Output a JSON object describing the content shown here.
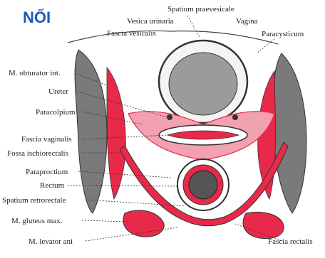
{
  "heading": "NỐI",
  "labels": {
    "spatium_praevesicale": "Spatium praevesicale",
    "vesica_urinaria": "Vesica urinaria",
    "vagina": "Vagina",
    "fascia_vesicalis": "Fascia vesicalis",
    "paracysticum": "Paracysticum",
    "m_obturator_int": "M. obturator int.",
    "ureter": "Ureter",
    "paracolpium": "Paracolpium",
    "fascia_vaginalis": "Fascia vaginalis",
    "fossa_ischiorectalis": "Fossa ischiorectalis",
    "paraproctium": "Paraproctium",
    "rectum": "Rectum",
    "spatium_retrorectale": "Spatium retrorectale",
    "m_gluteus_max": "M. gluteus max.",
    "m_levator_ani": "M. levator ani",
    "fascia_rectalis": "Fascia rectalis"
  },
  "colors": {
    "muscle_red": "#e8294a",
    "heading_blue": "#1f5bb8",
    "line_dark": "#333333",
    "bone_fill": "#6e6e6e"
  }
}
